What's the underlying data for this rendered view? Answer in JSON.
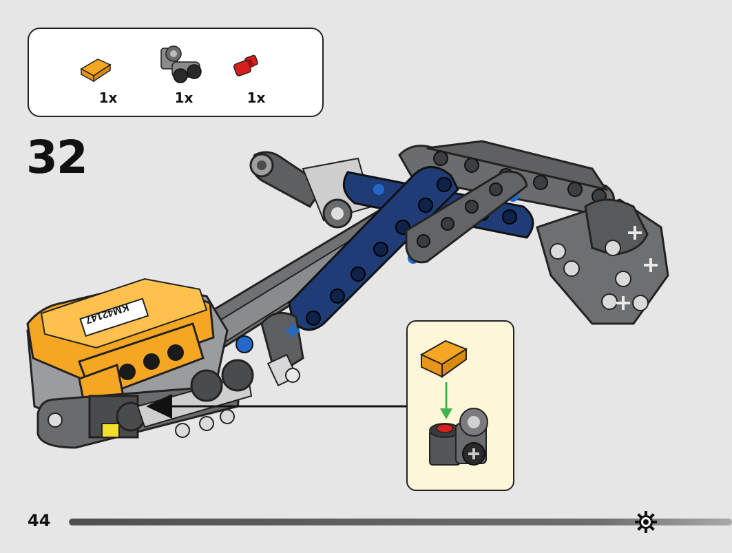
{
  "parts": [
    {
      "icon": "orange-slope-brick-icon",
      "qty": "1x"
    },
    {
      "icon": "gray-cross-block-icon",
      "qty": "1x"
    },
    {
      "icon": "red-pin-icon",
      "qty": "1x"
    }
  ],
  "step_number": "32",
  "page_number": "44",
  "model_sticker": "KM42147",
  "progress": {
    "fraction": 0.87,
    "icon": "gear-marker-icon"
  },
  "colors": {
    "background": "#e6e6e6",
    "orange": "#f5a623",
    "dark_gray": "#5f6062",
    "light_gray": "#9d9d9d",
    "navy": "#1f3c76",
    "blue_pin": "#2468c9",
    "red_pin": "#d71f1f",
    "callout_bg": "#fdf6d8",
    "arrow_green": "#3cb54a"
  }
}
